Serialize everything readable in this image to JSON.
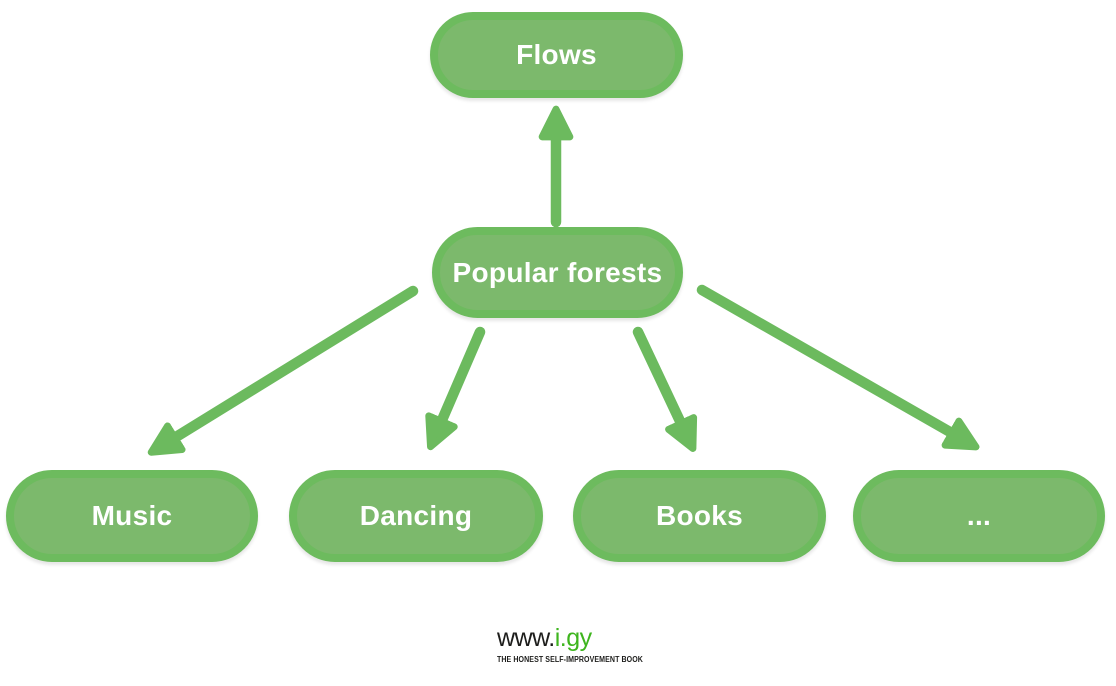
{
  "colors": {
    "node_border": "#6dbb5e",
    "node_fill": "#7cb96c",
    "arrow": "#6cba5e",
    "node_text": "#ffffff",
    "logo_dark": "#1d1d1b",
    "logo_green": "#3eb51e"
  },
  "diagram": {
    "type": "flowchart",
    "root": {
      "label": "Flows"
    },
    "center": {
      "label": "Popular forests"
    },
    "children": [
      {
        "label": "Music"
      },
      {
        "label": "Dancing"
      },
      {
        "label": "Books"
      },
      {
        "label": "..."
      }
    ],
    "edges": [
      {
        "from": "Popular forests",
        "to": "Flows"
      },
      {
        "from": "Popular forests",
        "to": "Music"
      },
      {
        "from": "Popular forests",
        "to": "Dancing"
      },
      {
        "from": "Popular forests",
        "to": "Books"
      },
      {
        "from": "Popular forests",
        "to": "..."
      }
    ]
  },
  "footer": {
    "logo_prefix": "www.",
    "logo_suffix": "i.gy",
    "tagline": "THE HONEST SELF-IMPROVEMENT BOOK"
  }
}
